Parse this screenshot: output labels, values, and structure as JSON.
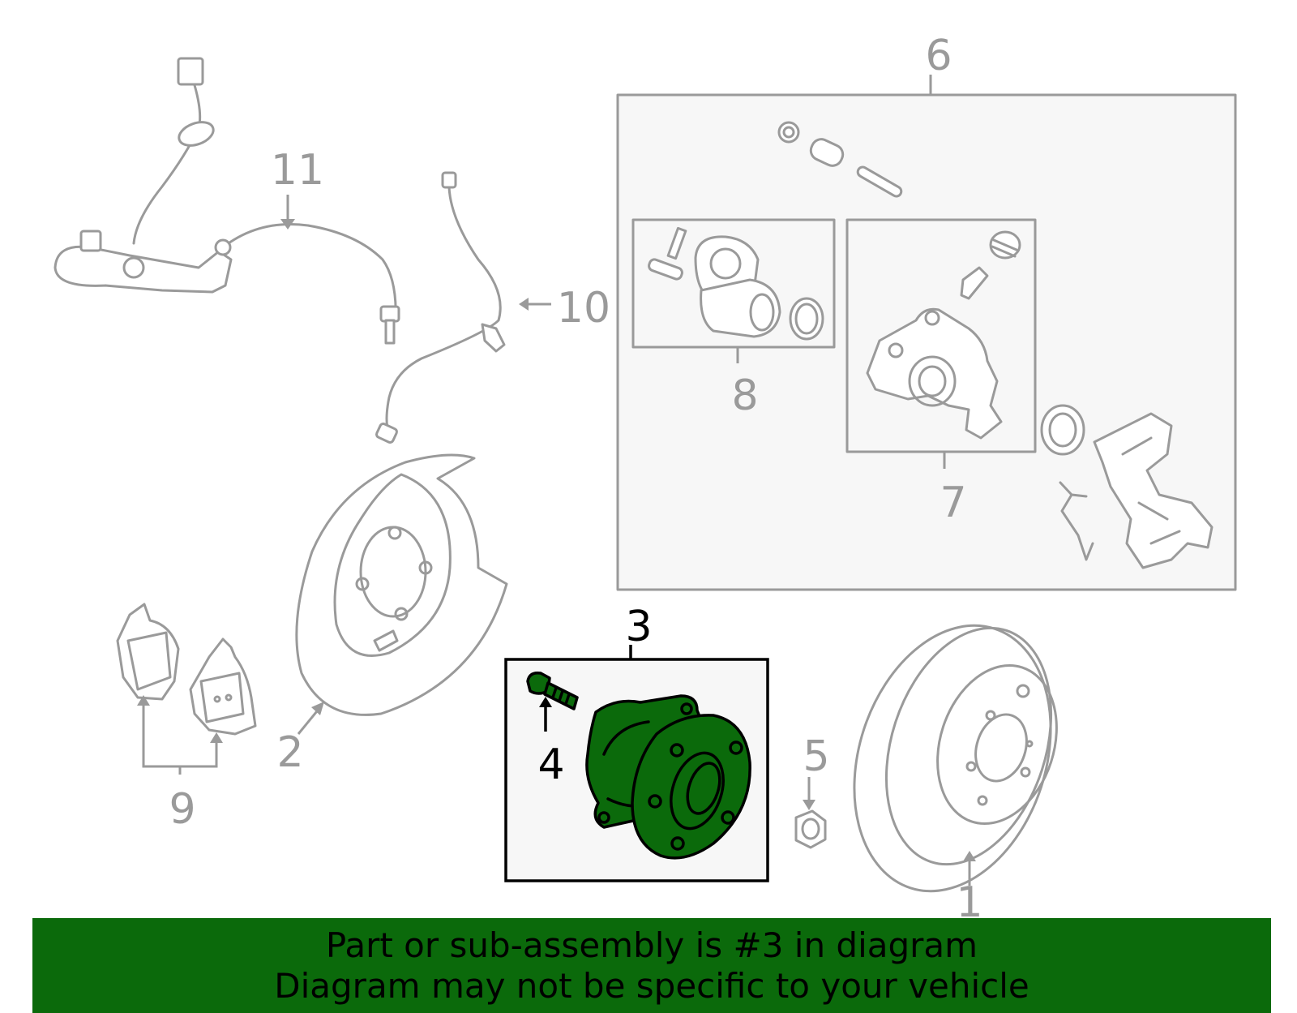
{
  "diagram": {
    "callouts": [
      "1",
      "2",
      "3",
      "4",
      "5",
      "6",
      "7",
      "8",
      "9",
      "10",
      "11"
    ],
    "highlighted_part": "3",
    "colors": {
      "highlight_fill": "#0b6a0b",
      "banner_bg": "#0b6a0b",
      "line_gray": "#9a9a9a",
      "box_fill": "#f7f7f7"
    }
  },
  "banner": {
    "line1": "Part or sub-assembly is #3 in diagram",
    "line2": "Diagram may not be specific to your vehicle"
  }
}
